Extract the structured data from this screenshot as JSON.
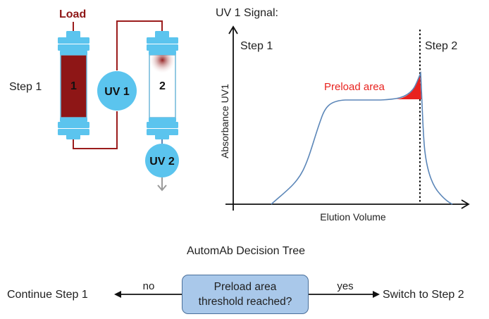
{
  "column_diagram": {
    "load_label": "Load",
    "step_label": "Step 1",
    "column_1_label": "1",
    "column_2_label": "2",
    "uv1_label": "UV 1",
    "uv2_label": "UV 2",
    "colors": {
      "tubing": "#9b1c1c",
      "column_fill": "#8e1616",
      "fitting": "#5bc4ee",
      "detector": "#5bc4ee",
      "outlet_arrow": "#9a9a9a"
    }
  },
  "signal_chart": {
    "title": "UV 1 Signal:",
    "step_1_label": "Step 1",
    "step_2_label": "Step 2",
    "preload_label": "Preload area",
    "colors": {
      "curve": "#5b86b8",
      "preload": "#e8221e",
      "preload_text": "#e8221e"
    }
  },
  "chart_data": {
    "type": "line",
    "title": "UV 1 Signal:",
    "xlabel": "Elution Volume",
    "ylabel": "Absorbance UV1",
    "grid": false,
    "legend": "none",
    "annotations": [
      "Step 1",
      "Step 2",
      "Preload area"
    ]
  },
  "decision_tree": {
    "title": "AutomAb Decision Tree",
    "question_line_1": "Preload area",
    "question_line_2": "threshold reached?",
    "no_label": "no",
    "yes_label": "yes",
    "no_outcome": "Continue Step 1",
    "yes_outcome": "Switch to Step 2",
    "colors": {
      "box_fill": "#a9c8ea",
      "box_border": "#4a6f9a"
    }
  }
}
